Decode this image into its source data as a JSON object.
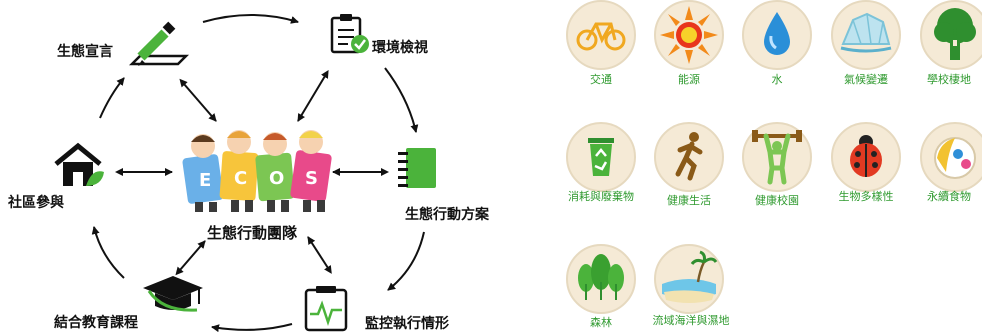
{
  "cycle": {
    "center_label": "生態行動團隊",
    "nodes": [
      {
        "key": "declaration",
        "label": "生態宣言",
        "icon": "pencil-paper-icon"
      },
      {
        "key": "inspection",
        "label": "環境檢視",
        "icon": "clipboard-check-icon"
      },
      {
        "key": "plan",
        "label": "生態行動方案",
        "icon": "notebook-icon"
      },
      {
        "key": "monitor",
        "label": "監控執行情形",
        "icon": "monitor-chart-icon"
      },
      {
        "key": "curriculum",
        "label": "結合教育課程",
        "icon": "graduation-cap-icon"
      },
      {
        "key": "community",
        "label": "社區參與",
        "icon": "house-leaf-icon"
      }
    ]
  },
  "topics": [
    {
      "label": "交通",
      "icon": "bicycle-icon"
    },
    {
      "label": "能源",
      "icon": "sun-icon"
    },
    {
      "label": "水",
      "icon": "water-drop-icon"
    },
    {
      "label": "氣候變遷",
      "icon": "melting-ice-icon"
    },
    {
      "label": "學校棲地",
      "icon": "tree-habitat-icon"
    },
    {
      "label": "消耗與廢棄物",
      "icon": "recycle-bin-icon"
    },
    {
      "label": "健康生活",
      "icon": "runner-icon"
    },
    {
      "label": "健康校園",
      "icon": "weightlifter-icon"
    },
    {
      "label": "生物多樣性",
      "icon": "ladybug-icon"
    },
    {
      "label": "永續食物",
      "icon": "plate-icon"
    },
    {
      "label": "森林",
      "icon": "forest-icon"
    },
    {
      "label": "流域海洋與濕地",
      "icon": "beach-island-icon"
    }
  ],
  "colors": {
    "badge_fill": "#f5ead6",
    "badge_ring": "#e6d9bf",
    "topic_label": "#2f9a2f",
    "icon_green": "#4bb33b",
    "arrow": "#111111"
  }
}
